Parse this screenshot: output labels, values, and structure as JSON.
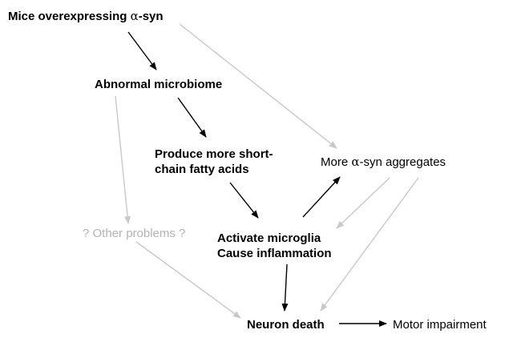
{
  "diagram": {
    "nodes": {
      "mice": {
        "pre": "Mice overexpressing ",
        "greek": "α",
        "post": "-syn"
      },
      "microbiome": {
        "text": "Abnormal microbiome"
      },
      "scfa": {
        "line1": "Produce more short-",
        "line2": "chain fatty acids"
      },
      "aggregates": {
        "pre": "More ",
        "greek": "α",
        "post": "-syn aggregates"
      },
      "other": {
        "text": "? Other problems ?"
      },
      "microglia": {
        "line1": "Activate microglia",
        "line2": "Cause inflammation"
      },
      "death": {
        "text": "Neuron death"
      },
      "motor": {
        "text": "Motor impairment"
      }
    },
    "colors": {
      "strong": "#000000",
      "weak": "#c8c8c8",
      "weak_text": "#b3b3b3"
    }
  }
}
